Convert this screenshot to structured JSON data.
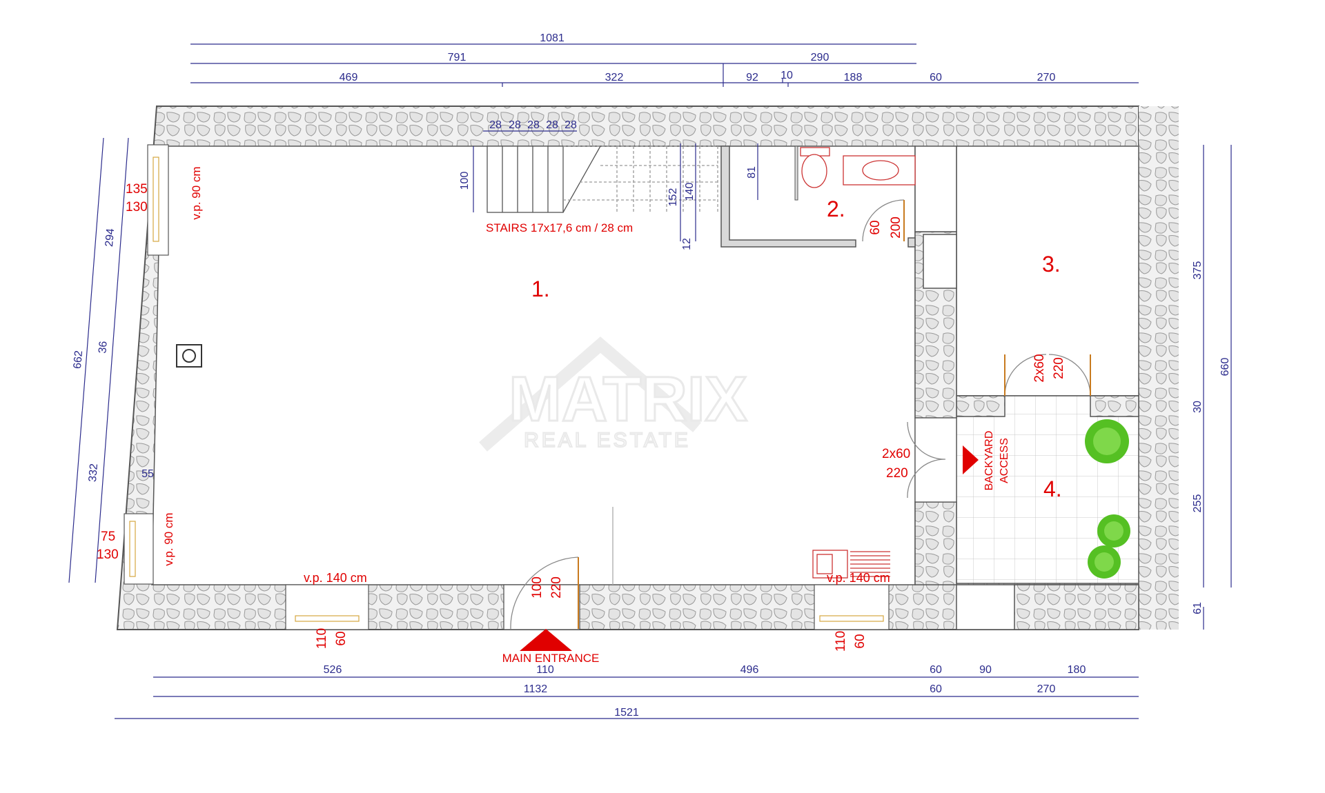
{
  "colors": {
    "dimension": "#2b2b8c",
    "annotation": "#e00000",
    "wall_fill": "#f1f1f1",
    "wall_stroke": "#555555",
    "plant": "#55c023"
  },
  "rooms": [
    "1.",
    "2.",
    "3.",
    "4."
  ],
  "stairs_label": "STAIRS 17x17,6 cm / 28 cm",
  "main_entrance": "MAIN ENTRANCE",
  "backyard_line1": "BACKYARD",
  "backyard_line2": "ACCESS",
  "watermark": {
    "brand": "MATRIX",
    "sub": "REAL ESTATE"
  },
  "top_dims": {
    "row1": [
      "1081"
    ],
    "row2": [
      "791",
      "290"
    ],
    "row3": [
      "469",
      "322",
      "92",
      "10",
      "188",
      "60",
      "270"
    ]
  },
  "stair_step_dims": [
    "28",
    "28",
    "28",
    "28",
    "28"
  ],
  "bottom_dims": {
    "row1": [
      "526",
      "110",
      "496",
      "60",
      "90",
      "180"
    ],
    "row2": [
      "1132",
      "60",
      "270"
    ],
    "row3": [
      "1521"
    ]
  },
  "left_dims": {
    "outer": "662",
    "inner": [
      "294",
      "36",
      "332"
    ],
    "inner_small": "55"
  },
  "right_dims": {
    "inner": [
      "375",
      "30",
      "255",
      "61"
    ],
    "outer": "660"
  },
  "interior_dims": {
    "stair_run": "100",
    "stair_a": "152",
    "stair_b": "140",
    "stair_c": "12",
    "bath": "81"
  },
  "windows": {
    "left_top": {
      "w": "135",
      "h": "130",
      "sill": "v.p. 90 cm"
    },
    "left_bottom": {
      "w": "75",
      "h": "130",
      "sill": "v.p. 90 cm"
    },
    "bottom_left": {
      "sill": "v.p. 140 cm",
      "w": "110",
      "h": "60"
    },
    "bottom_right": {
      "sill": "v.p. 140 cm",
      "w": "110",
      "h": "60"
    }
  },
  "doors": {
    "main": {
      "w": "100",
      "h": "220"
    },
    "bath": {
      "w": "60",
      "h": "200"
    },
    "backyard": {
      "w": "2x60",
      "h": "220"
    },
    "room3": {
      "w": "2x60",
      "h": "220"
    }
  }
}
